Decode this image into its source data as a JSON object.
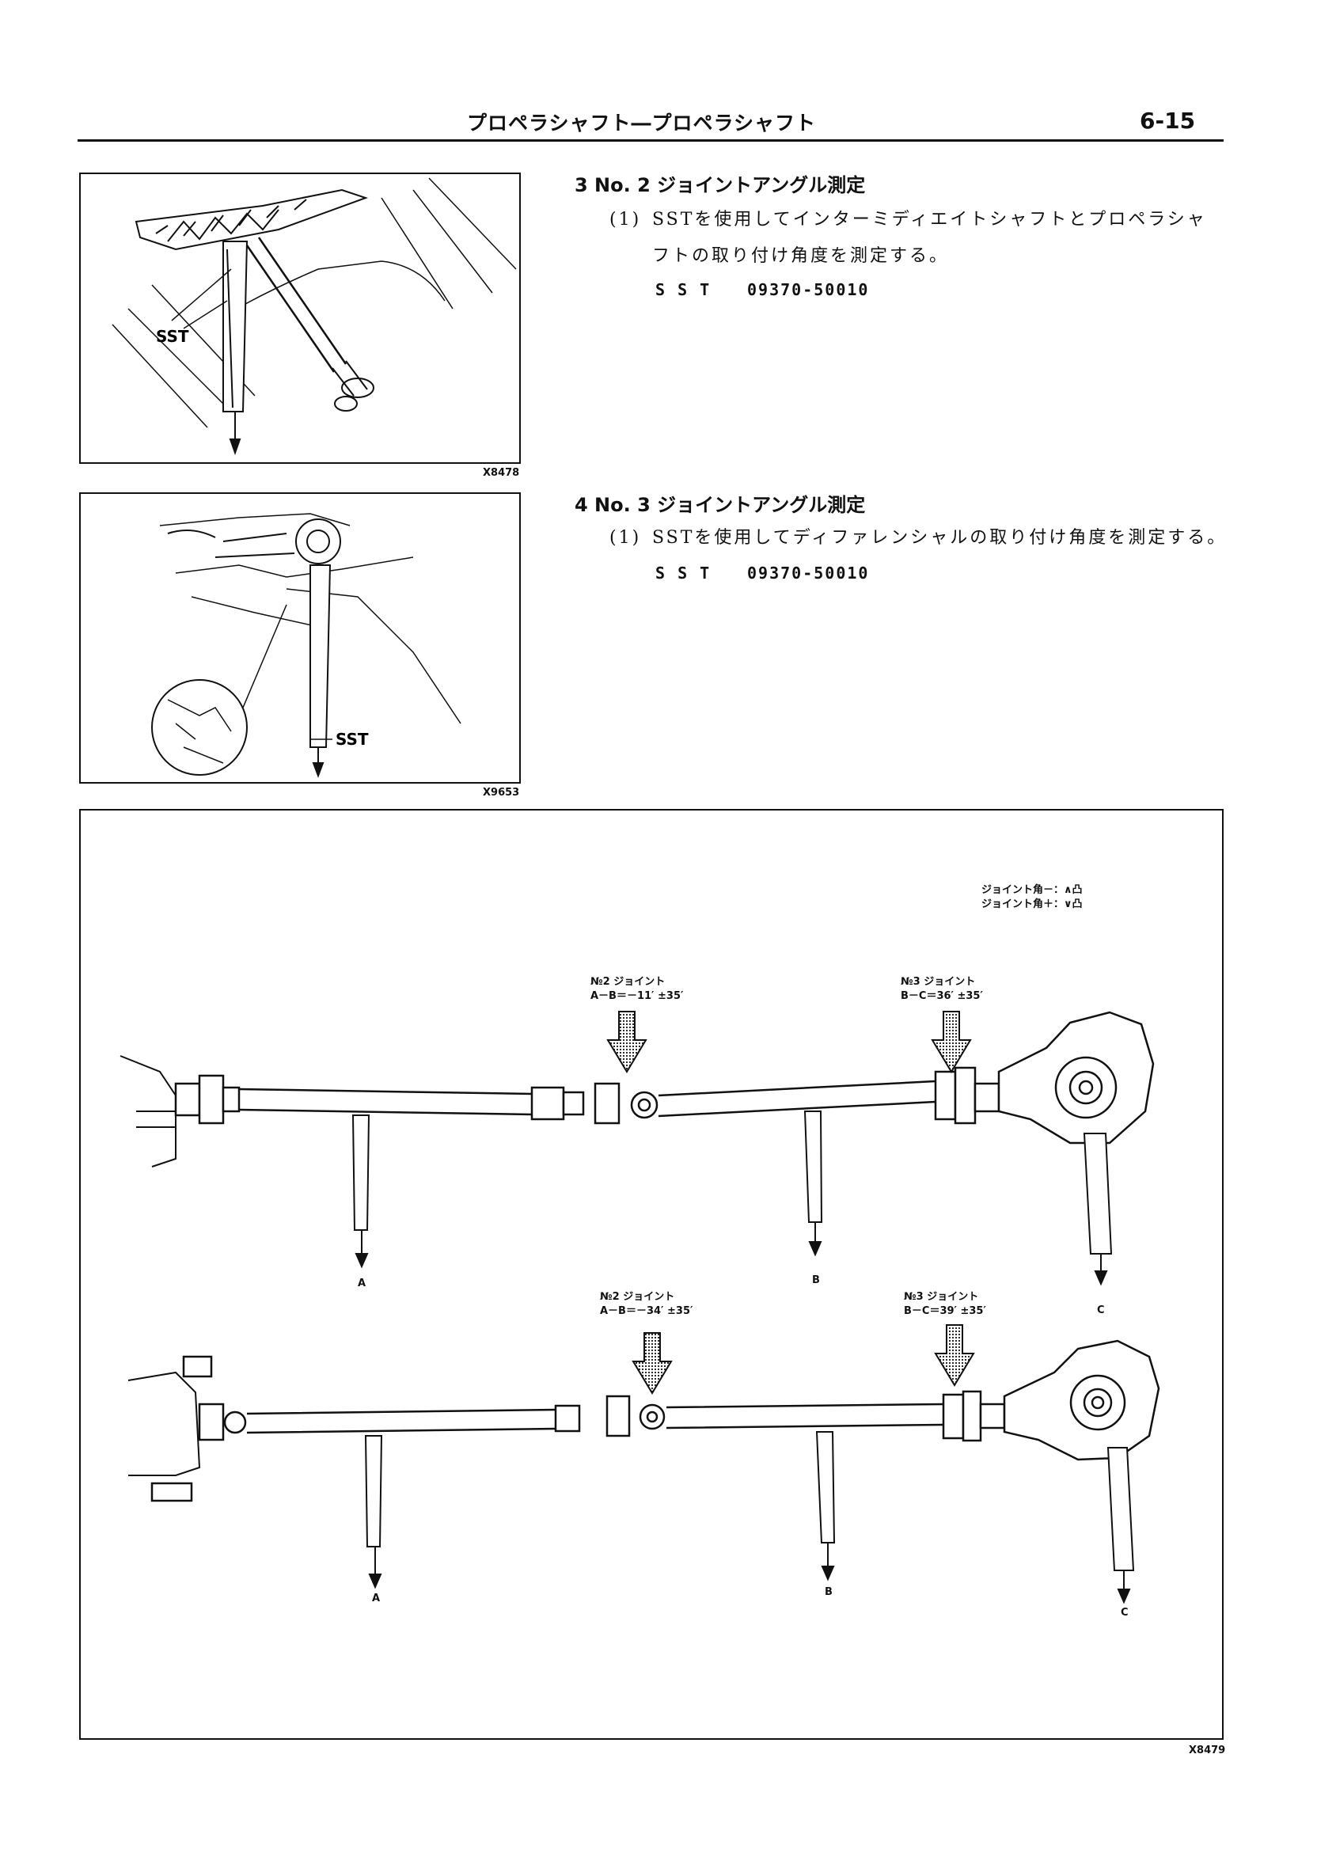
{
  "header": {
    "title": "プロペラシャフト―プロペラシャフト",
    "page_number": "6-15"
  },
  "step3": {
    "heading": "3  No. 2 ジョイントアングル測定",
    "item_number": "(1)",
    "line1": "SSTを使用してインターミディエイトシャフトとプロペラシャ",
    "line2": "フトの取り付け角度を測定する。",
    "sst_label": "S S T",
    "sst_code": "09370-50010"
  },
  "step4": {
    "heading": "4  No. 3 ジョイントアングル測定",
    "item_number": "(1)",
    "line1": "SSTを使用してディファレンシャルの取り付け角度を測定する。",
    "sst_label": "S S T",
    "sst_code": "09370-50010"
  },
  "figure1": {
    "code": "X8478",
    "callout": "SST"
  },
  "figure2": {
    "code": "X9653",
    "callout": "SST"
  },
  "figure3": {
    "code": "X8479",
    "legend_line1": "ジョイント角－：∧凸",
    "legend_line2": "ジョイント角＋：∨凸",
    "upper": {
      "joint2_name": "№2 ジョイント",
      "joint2_angle": "A－B＝－11′ ±35′",
      "joint3_name": "№3 ジョイント",
      "joint3_angle": "B－C＝36′ ±35′",
      "label_a": "A",
      "label_b": "B",
      "label_c": "C"
    },
    "lower": {
      "joint2_name": "№2 ジョイント",
      "joint2_angle": "A－B＝－34′ ±35′",
      "joint3_name": "№3 ジョイント",
      "joint3_angle": "B－C＝39′ ±35′",
      "label_a": "A",
      "label_b": "B",
      "label_c": "C"
    }
  }
}
